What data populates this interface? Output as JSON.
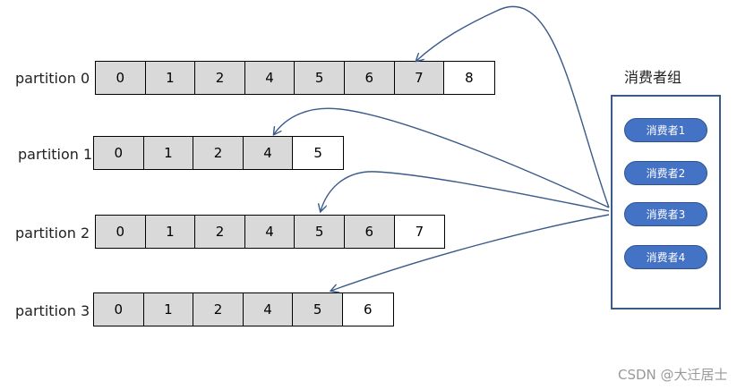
{
  "partitions": [
    {
      "label": "partition 0",
      "offsets": [
        "0",
        "1",
        "2",
        "4",
        "5",
        "6",
        "7",
        "8"
      ]
    },
    {
      "label": "partition 1",
      "offsets": [
        "0",
        "1",
        "2",
        "4",
        "5"
      ]
    },
    {
      "label": "partition 2",
      "offsets": [
        "0",
        "1",
        "2",
        "4",
        "5",
        "6",
        "7"
      ]
    },
    {
      "label": "partition 3",
      "offsets": [
        "0",
        "1",
        "2",
        "4",
        "5",
        "6"
      ]
    }
  ],
  "consumer_group": {
    "title": "消费者组",
    "consumers": [
      "消费者1",
      "消费者2",
      "消费者3",
      "消费者4"
    ]
  },
  "colors": {
    "consumed_cell": "#d9d9d9",
    "pending_cell": "#ffffff",
    "consumer_fill": "#4472c4",
    "arrow": "#3a5a8a"
  },
  "watermark": "CSDN @大迁居士"
}
